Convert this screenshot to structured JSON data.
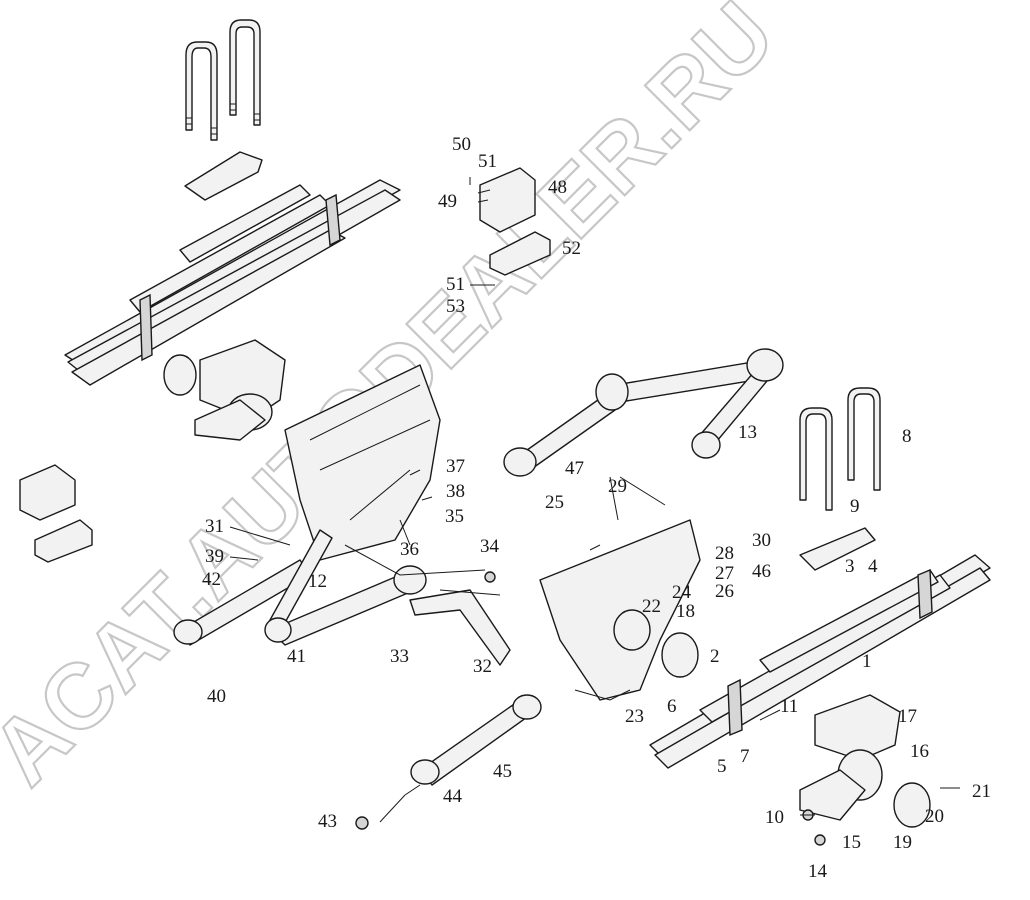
{
  "watermark": {
    "text": "ACAT.AUTODEALER.RU"
  },
  "callouts": [
    "1",
    "2",
    "3",
    "4",
    "5",
    "6",
    "7",
    "8",
    "9",
    "10",
    "11",
    "12",
    "13",
    "14",
    "15",
    "16",
    "17",
    "18",
    "19",
    "20",
    "21",
    "22",
    "23",
    "24",
    "25",
    "26",
    "27",
    "28",
    "29",
    "30",
    "31",
    "32",
    "33",
    "34",
    "35",
    "36",
    "37",
    "38",
    "39",
    "40",
    "41",
    "42",
    "43",
    "44",
    "45",
    "46",
    "47",
    "48",
    "49",
    "50",
    "51",
    "51",
    "52",
    "53"
  ]
}
